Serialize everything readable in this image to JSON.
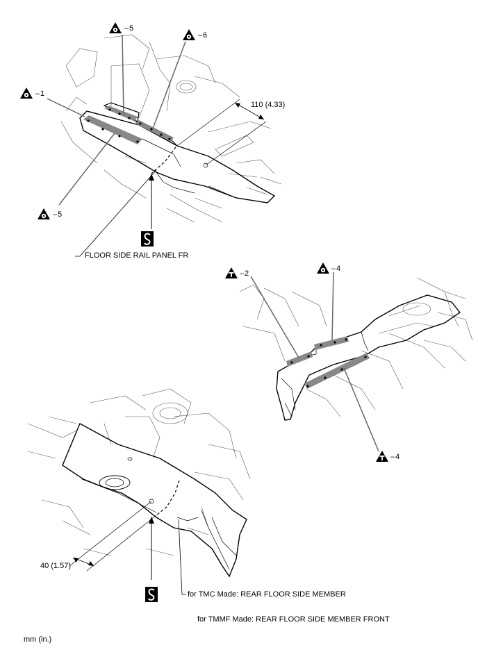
{
  "callouts": {
    "top_1": "1",
    "top_5a": "5",
    "top_6": "6",
    "top_5b": "5",
    "mid_2": "2",
    "mid_4a": "4",
    "mid_4b": "4",
    "dash": "–"
  },
  "dimensions": {
    "top": "110 (4.33)",
    "bottom": "40 (1.57)"
  },
  "labels": {
    "floor_side_rail": "FLOOR SIDE RAIL PANEL FR",
    "tmc": "for TMC Made: REAR FLOOR SIDE MEMBER",
    "tmmf": "for TMMF Made: REAR FLOOR SIDE MEMBER FRONT",
    "units": "mm (in.)"
  },
  "icons": {
    "spot_weld": "spot-weld-triangle-icon",
    "arc_weld": "weld-t-triangle-icon",
    "cut": "sectioning-s-icon"
  }
}
